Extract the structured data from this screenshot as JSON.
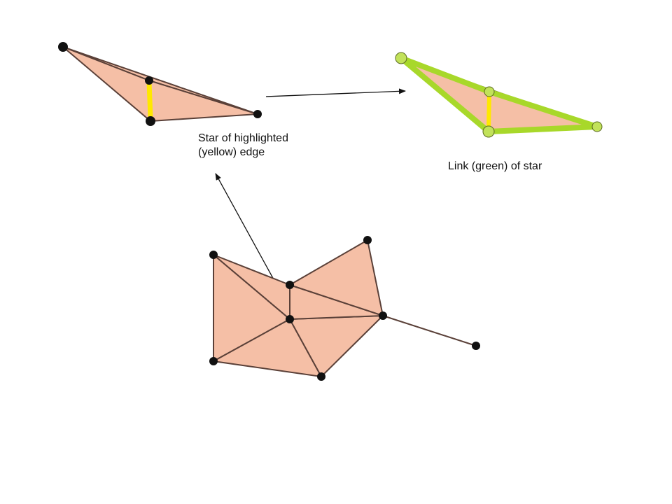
{
  "captions": {
    "star_line1": "Star of highlighted",
    "star_line2": "(yellow) edge",
    "link": "Link (green) of star"
  },
  "colors": {
    "face_fill": "#f5bfa6",
    "edge": "#5a4038",
    "vertex": "#111111",
    "highlight_edge": "#ffe800",
    "link": "#a8d82a",
    "arrow": "#111111"
  }
}
